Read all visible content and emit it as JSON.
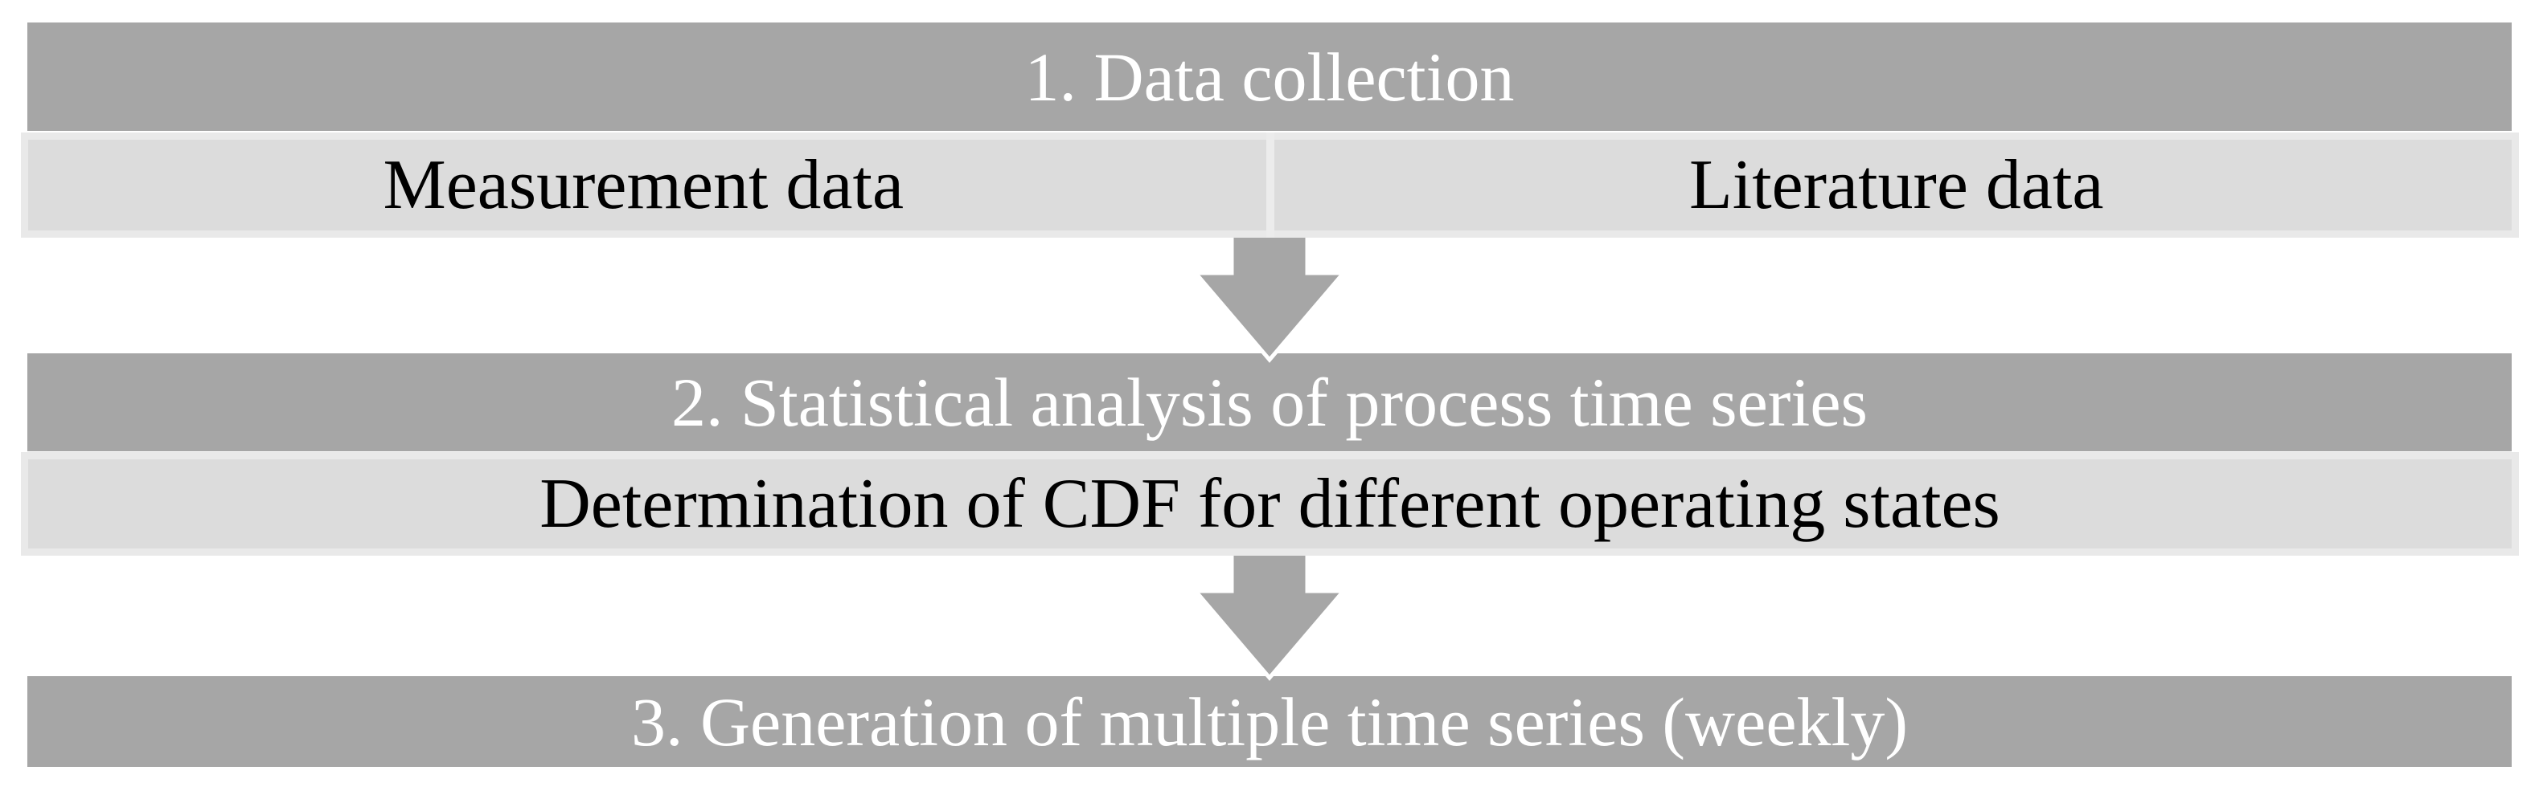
{
  "figure": {
    "steps": [
      {
        "header": "1. Data collection",
        "cells": [
          "Measurement data",
          "Literature data"
        ]
      },
      {
        "header": "2. Statistical analysis of process time series",
        "cells": [
          "Determination of CDF for different operating states"
        ]
      },
      {
        "header": "3. Generation of multiple time series (weekly)",
        "cells": []
      }
    ],
    "arrows": [
      "down-arrow",
      "down-arrow"
    ],
    "colors": {
      "background": "#ffffff",
      "bar": "#a6a6a6",
      "bar_text": "#ffffff",
      "row": "#dcdcdc",
      "row_edge": "#e9e9e9",
      "divider": "#ececec",
      "row_text": "#000000",
      "arrow": "#a6a6a6",
      "arrow_outline": "#ffffff"
    }
  }
}
